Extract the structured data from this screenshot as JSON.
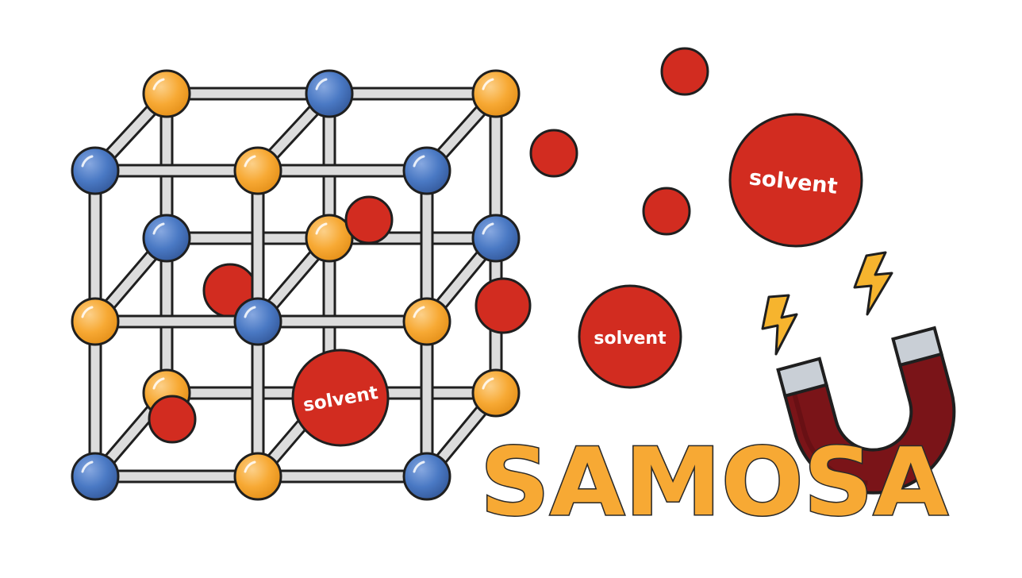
{
  "title": "SAMOSA",
  "labels": {
    "solvent_trapped": "solvent",
    "solvent_floating": "solvent",
    "solvent_large": "solvent"
  },
  "icons": {
    "lattice": "lattice-framework-icon",
    "magnet": "horseshoe-magnet-icon",
    "spark": "lightning-bolt-icon"
  },
  "colors": {
    "orange_node": "#f7a934",
    "blue_node": "#4a79c4",
    "red_particle": "#d22c20",
    "rod": "#dcdcdc",
    "magnet_body": "#7a1418",
    "magnet_tip": "#c9cfd6",
    "bolt": "#f6b42e",
    "outline": "#1f1f1f"
  }
}
